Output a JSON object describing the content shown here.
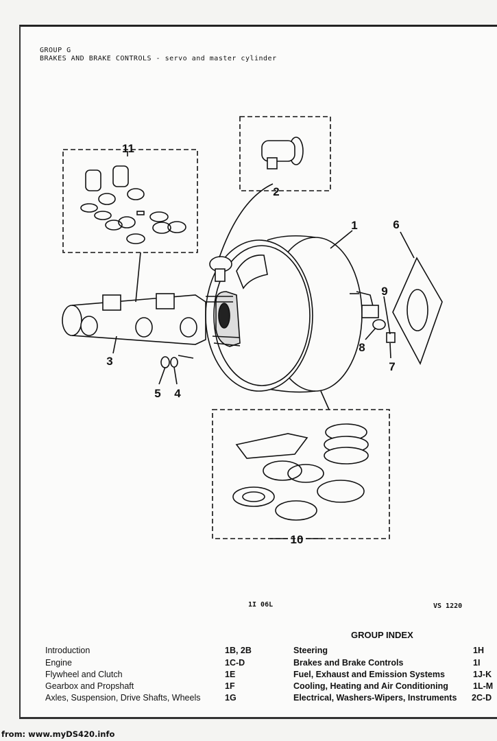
{
  "header": {
    "group": "GROUP G",
    "title": "BRAKES AND BRAKE CONTROLS - servo and master cylinder"
  },
  "figure": {
    "callouts": [
      "1",
      "2",
      "3",
      "4",
      "5",
      "6",
      "7",
      "8",
      "9",
      "10",
      "11"
    ],
    "page_code": "1I 06L",
    "ref_code": "VS 1220"
  },
  "group_index": {
    "title": "GROUP INDEX",
    "left": [
      {
        "label": "Introduction",
        "code": "1B, 2B"
      },
      {
        "label": "Engine",
        "code": "1C-D"
      },
      {
        "label": "Flywheel and Clutch",
        "code": "1E"
      },
      {
        "label": "Gearbox and Propshaft",
        "code": "1F"
      },
      {
        "label": "Axles, Suspension, Drive Shafts, Wheels",
        "code": "1G"
      }
    ],
    "right": [
      {
        "label": "Steering",
        "code": "1H"
      },
      {
        "label": "Brakes and Brake Controls",
        "code": "1I"
      },
      {
        "label": "Fuel, Exhaust and Emission Systems",
        "code": "1J-K"
      },
      {
        "label": "Cooling, Heating and Air Conditioning",
        "code": "1L-M"
      },
      {
        "label": "Electrical, Washers-Wipers, Instruments",
        "code": "2C-D"
      }
    ]
  },
  "footer": {
    "source": "from: www.myDS420.info"
  }
}
